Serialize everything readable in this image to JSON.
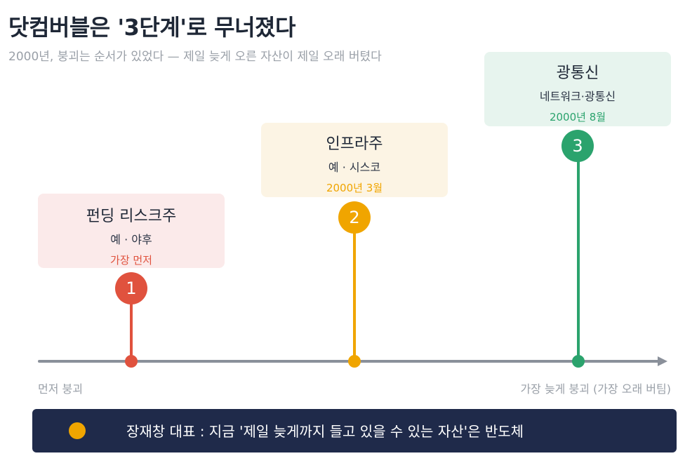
{
  "title": "닷컴버블은 '3단계'로 무너졌다",
  "subtitle": "2000년, 붕괴는 순서가 있었다 — 제일 늦게 오른 자산이 제일 오래 버텼다",
  "stages": [
    {
      "number": "1",
      "name": "펀딩 리스크주",
      "example": "예 · 야후",
      "timing": "가장 먼저",
      "color": "#e0523e",
      "bg": "#fbeaea"
    },
    {
      "number": "2",
      "name": "인프라주",
      "example": "예 · 시스코",
      "timing": "2000년 3월",
      "color": "#f0a500",
      "bg": "#fcf4e4"
    },
    {
      "number": "3",
      "name": "광통신",
      "example": "네트워크·광통신",
      "timing": "2000년 8월",
      "color": "#2ba36d",
      "bg": "#e7f4ee"
    }
  ],
  "axis": {
    "left_label": "먼저 붕괴",
    "right_label": "가장 늦게 붕괴 (가장 오래 버팀)"
  },
  "footer": {
    "text": "장재창 대표 :  지금 '제일 늦게까지 들고 있을 수 있는 자산'은 반도체",
    "accent": "#f0a500"
  }
}
